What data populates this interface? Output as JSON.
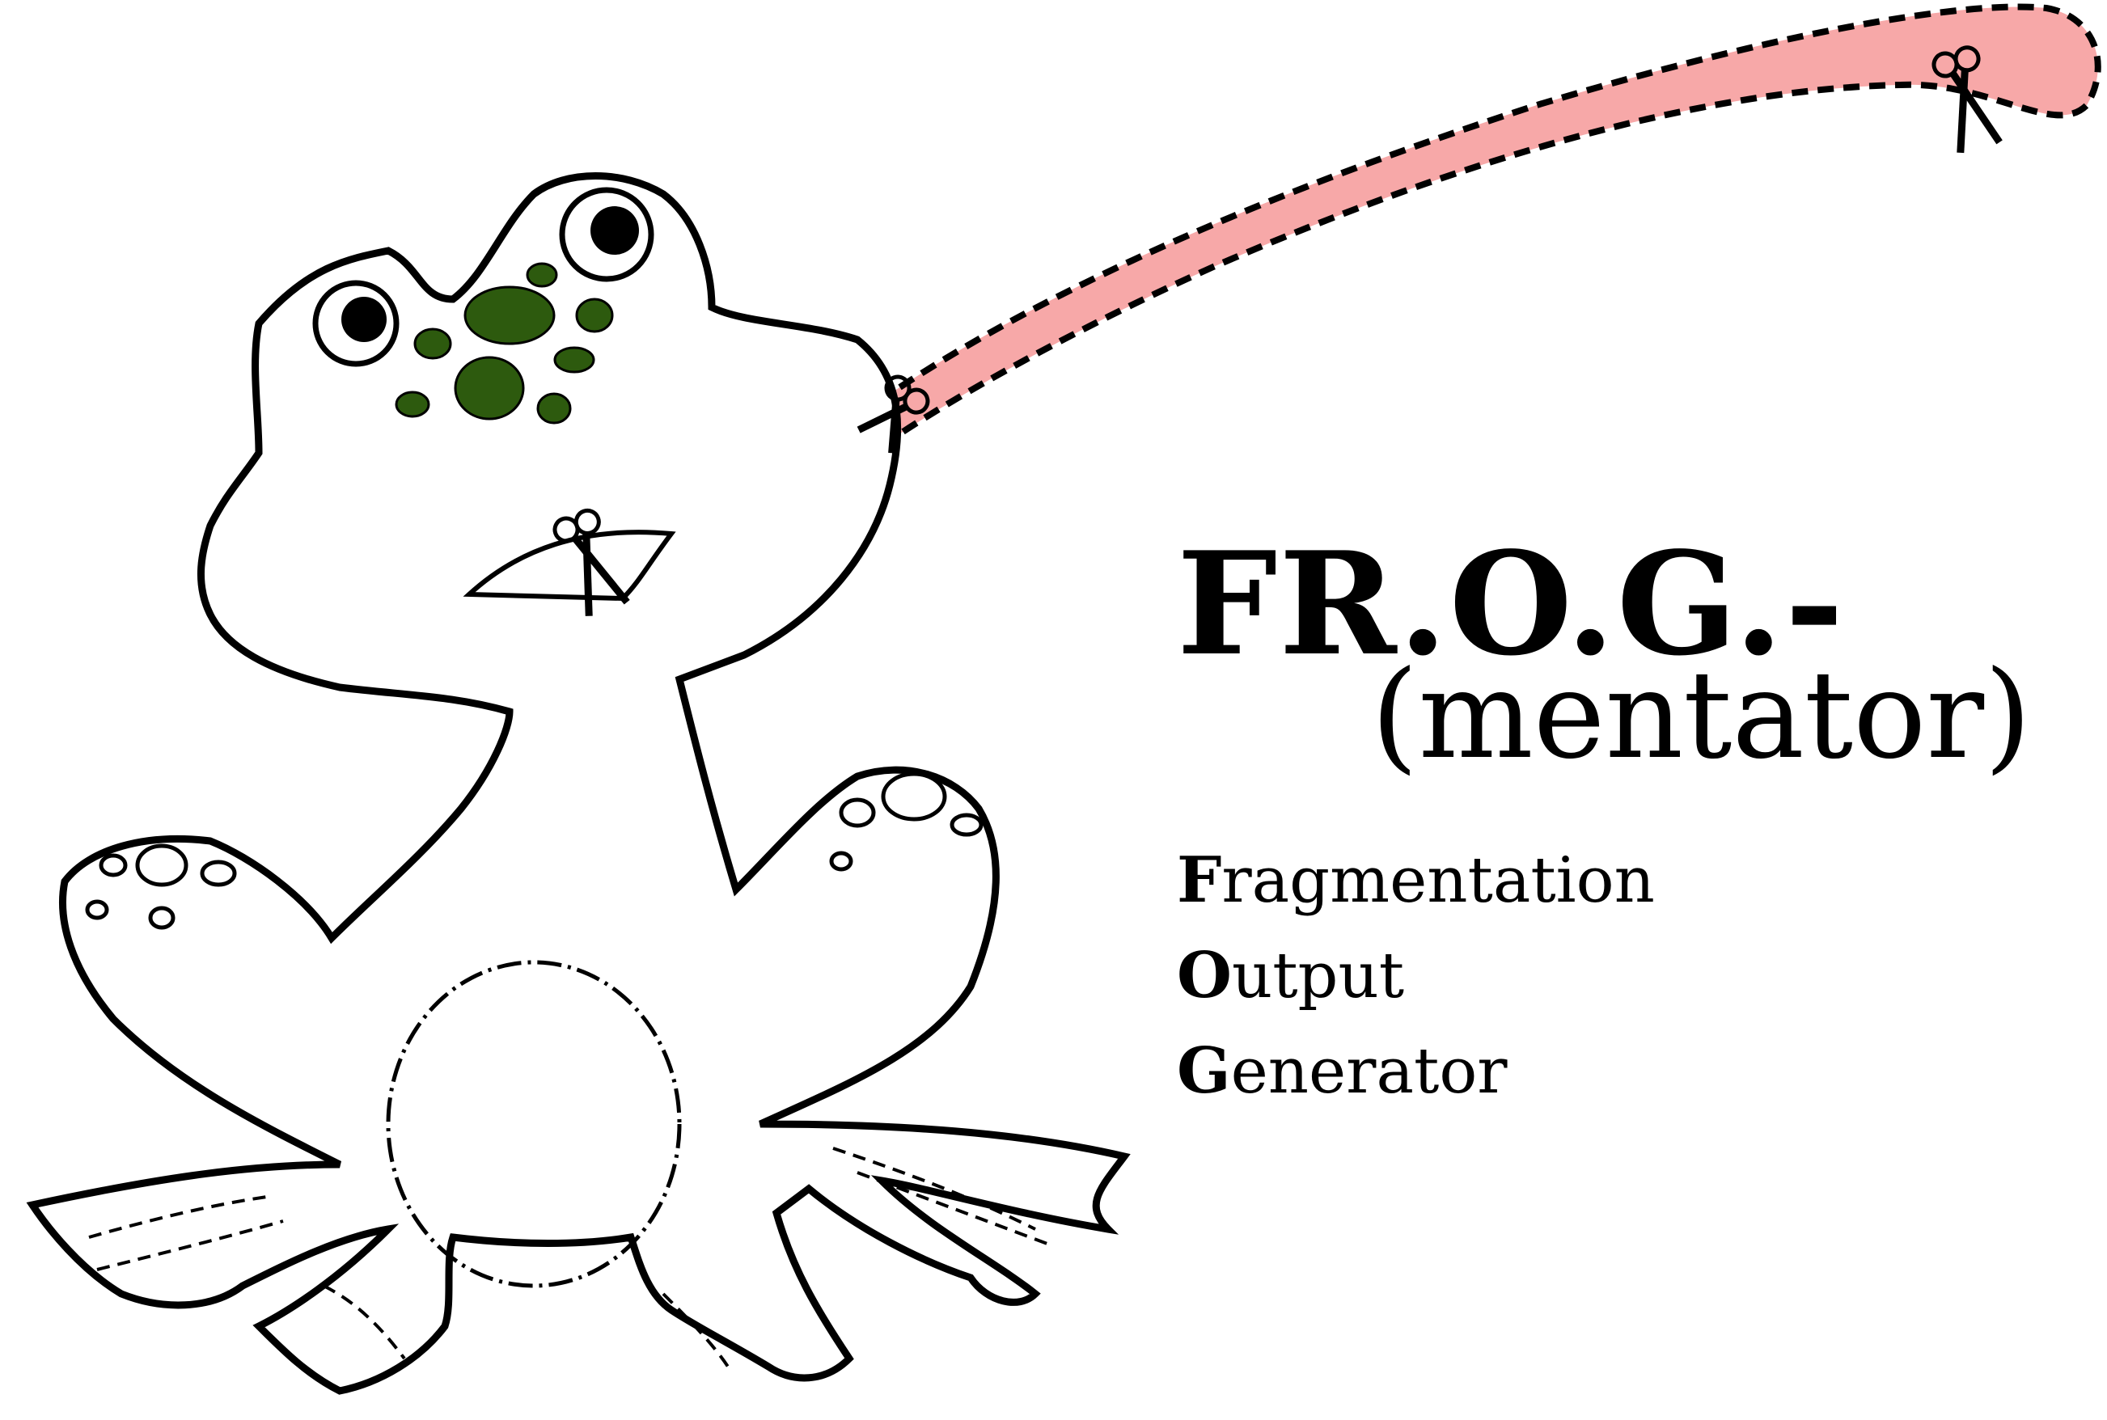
{
  "title": {
    "main": "FR.O.G.-",
    "sub": "(mentator)"
  },
  "acronym": [
    {
      "initial": "F",
      "rest": "ragmentation"
    },
    {
      "initial": "O",
      "rest": "utput"
    },
    {
      "initial": "G",
      "rest": "enerator"
    }
  ],
  "illustration": {
    "subject": "frog",
    "tongue_color": "#f7a8a8",
    "spot_color": "#2d5a0e",
    "outline_color": "#000000",
    "icons": [
      "scissors-icon",
      "scissors-icon",
      "scissors-icon"
    ]
  }
}
